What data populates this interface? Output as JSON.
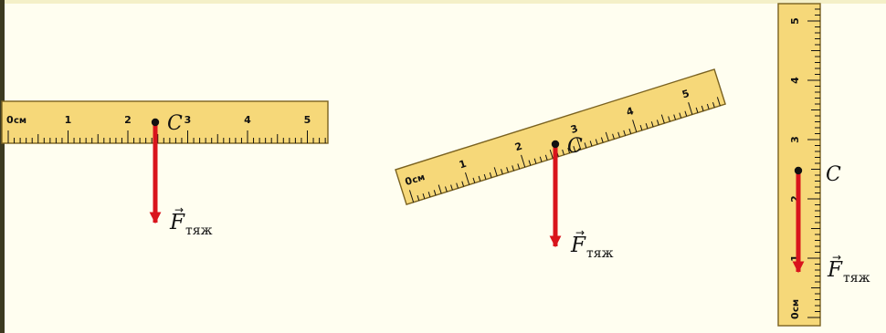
{
  "colors": {
    "ruler_fill": "#f6d879",
    "ruler_border": "#7a6220",
    "ink": "#111111",
    "arrow": "#d9141c",
    "edge": "#3c3a20"
  },
  "ruler": {
    "zero_label": "0",
    "unit_label": "см",
    "numbers": [
      "1",
      "2",
      "3",
      "4",
      "5"
    ]
  },
  "labels": {
    "point": "C",
    "force_letter": "F",
    "force_subscript": "тяж",
    "vector_mark": "→"
  }
}
